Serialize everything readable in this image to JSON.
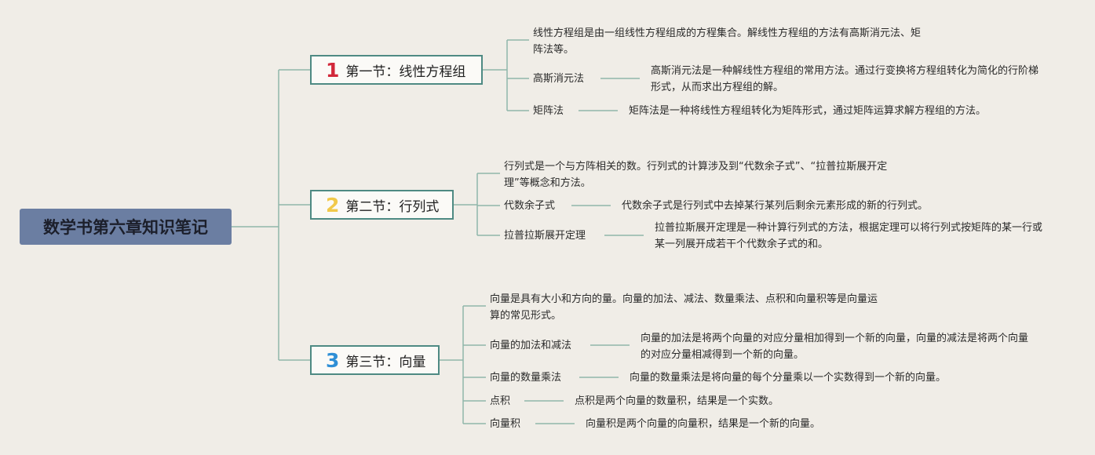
{
  "root": {
    "title": "数学书第六章知识笔记"
  },
  "colors": {
    "line": "#8fb6aa",
    "section_border": "#4e8a83",
    "root_bg": "#6b7ea2",
    "num1": "#d2283a",
    "num2": "#f1c94a",
    "num3": "#2f8fd6",
    "background": "#f0ede7"
  },
  "sections": [
    {
      "number": "1",
      "title": "第一节：线性方程组",
      "intro": "线性方程组是由一组线性方程组成的方程集合。解线性方程组的方法有高斯消元法、矩阵法等。",
      "items": [
        {
          "term": "高斯消元法",
          "desc": "高斯消元法是一种解线性方程组的常用方法。通过行变换将方程组转化为简化的行阶梯形式，从而求出方程组的解。"
        },
        {
          "term": "矩阵法",
          "desc": "矩阵法是一种将线性方程组转化为矩阵形式，通过矩阵运算求解方程组的方法。"
        }
      ]
    },
    {
      "number": "2",
      "title": "第二节：行列式",
      "intro": "行列式是一个与方阵相关的数。行列式的计算涉及到“代数余子式”、“拉普拉斯展开定理”等概念和方法。",
      "items": [
        {
          "term": "代数余子式",
          "desc": "代数余子式是行列式中去掉某行某列后剩余元素形成的新的行列式。"
        },
        {
          "term": "拉普拉斯展开定理",
          "desc": "拉普拉斯展开定理是一种计算行列式的方法，根据定理可以将行列式按矩阵的某一行或某一列展开成若干个代数余子式的和。"
        }
      ]
    },
    {
      "number": "3",
      "title": "第三节：向量",
      "intro": "向量是具有大小和方向的量。向量的加法、减法、数量乘法、点积和向量积等是向量运算的常见形式。",
      "items": [
        {
          "term": "向量的加法和减法",
          "desc": "向量的加法是将两个向量的对应分量相加得到一个新的向量，向量的减法是将两个向量的对应分量相减得到一个新的向量。"
        },
        {
          "term": "向量的数量乘法",
          "desc": "向量的数量乘法是将向量的每个分量乘以一个实数得到一个新的向量。"
        },
        {
          "term": "点积",
          "desc": "点积是两个向量的数量积，结果是一个实数。"
        },
        {
          "term": "向量积",
          "desc": "向量积是两个向量的向量积，结果是一个新的向量。"
        }
      ]
    }
  ]
}
